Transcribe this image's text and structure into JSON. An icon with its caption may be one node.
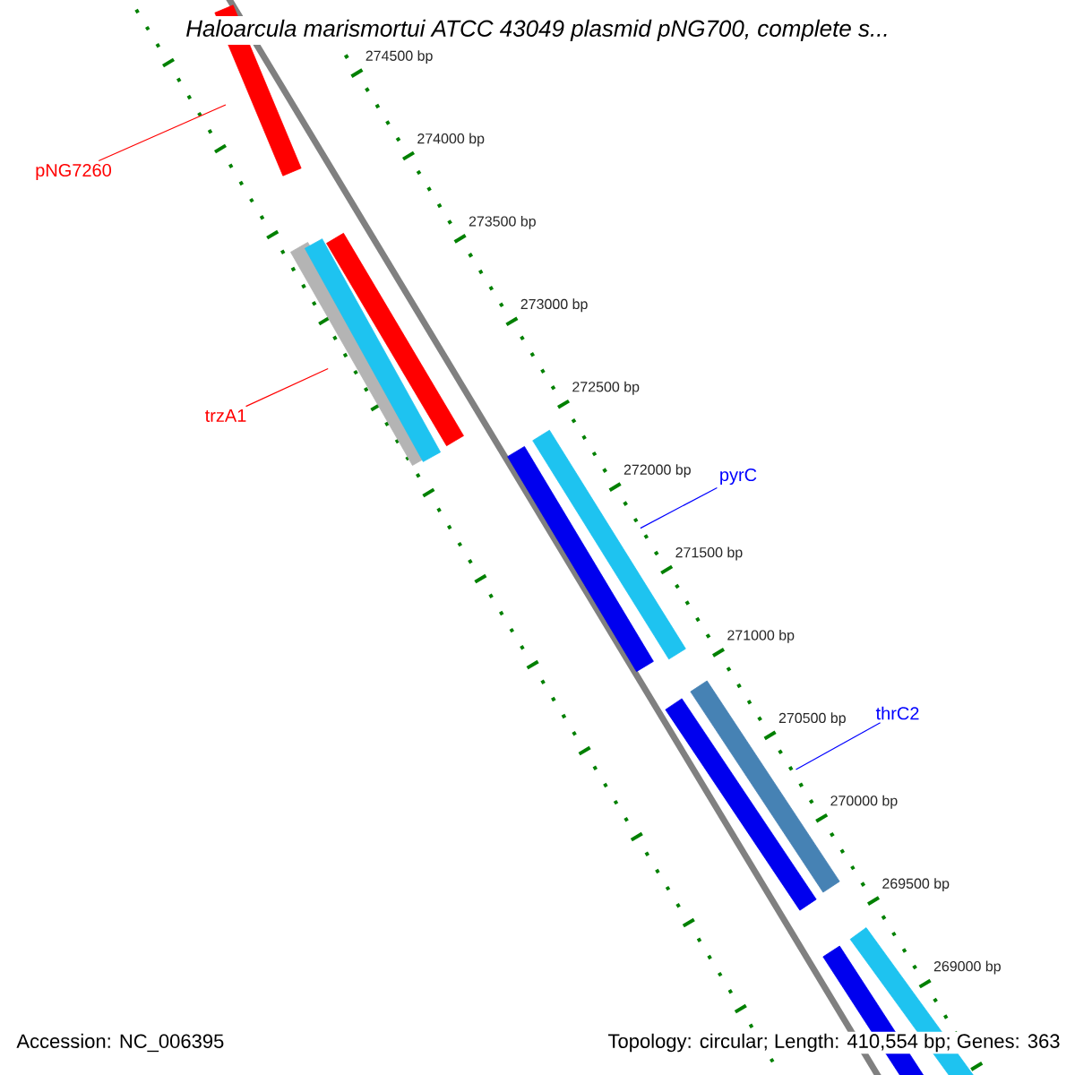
{
  "diagram": {
    "title": "Haloarcula marismortui ATCC 43049 plasmid pNG700, complete s...",
    "nodes": [
      {
        "text": [
          "pNG7260"
        ]
      },
      {
        "text": [],
        "shape": "bar"
      },
      {
        "text": [],
        "shape": "bar"
      },
      {
        "text": [],
        "shape": "bar"
      },
      {
        "text": [],
        "shape": "bar"
      },
      {
        "text": [
          "trzA1"
        ]
      },
      {
        "text": [],
        "shape": "bar"
      },
      {
        "text": [],
        "shape": "bar"
      },
      {
        "text": [
          "pyrC"
        ]
      },
      {
        "text": [],
        "shape": "bar"
      },
      {
        "text": [],
        "shape": "bar"
      },
      {
        "text": [
          "thrC2"
        ]
      },
      {
        "text": [],
        "shape": "bar"
      },
      {
        "text": [],
        "shape": "bar"
      }
    ],
    "edges": [
      {
        "from": 0,
        "to": 1,
        "arrow": "none",
        "color": "#ff0000"
      },
      {
        "from": 5,
        "to": 2,
        "arrow": "none",
        "color": "#ff0000"
      },
      {
        "from": 8,
        "to": 7,
        "arrow": "none",
        "color": "#0000ff"
      },
      {
        "from": 11,
        "to": 10,
        "arrow": "none",
        "color": "#0000ff"
      }
    ],
    "labels": [
      "274500 bp",
      "274000 bp",
      "273500 bp",
      "273000 bp",
      "272500 bp",
      "272000 bp",
      "271500 bp",
      "271000 bp",
      "270500 bp",
      "270000 bp",
      "269500 bp",
      "269000 bp",
      "Accession: NC_006395",
      "Topology: circular; Length: 410,554 bp; Genes: 363"
    ]
  }
}
